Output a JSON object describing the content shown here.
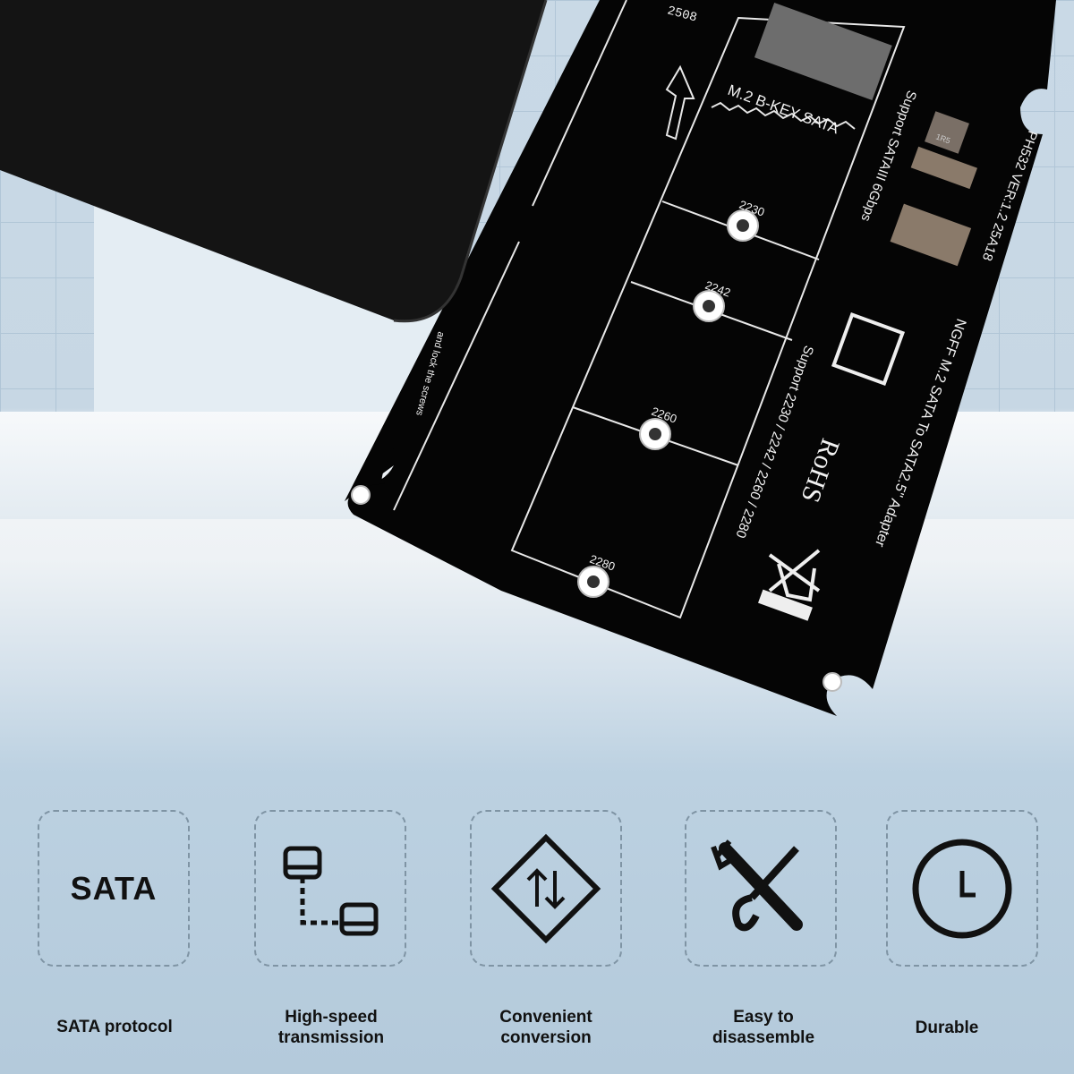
{
  "board": {
    "slot_label": "M.2 B-KEY SATA",
    "holes": [
      "2230",
      "2242",
      "2260",
      "2280"
    ],
    "model": "PH532  VER:1.2  25A18",
    "speed": "Support SATAIII 6Gbps",
    "adapter_name": "NGFF M.2 SATA To SATA2.5\" Adapter",
    "sizes": "Support 2230 / 2242 / 2260 / 2280",
    "rohs": "RoHS",
    "inductor": "1R5",
    "top_code": "2508",
    "screw_note": "and lock the screws"
  },
  "features": [
    {
      "icon": "sata-text-icon",
      "icon_text": "SATA",
      "label": "SATA protocol"
    },
    {
      "icon": "network-transfer-icon",
      "label": "High-speed\ntransmission"
    },
    {
      "icon": "conversion-arrows-icon",
      "label": "Convenient\nconversion"
    },
    {
      "icon": "wrench-screwdriver-icon",
      "label": "Easy to\ndisassemble"
    },
    {
      "icon": "clock-icon",
      "label": "Durable"
    }
  ],
  "colors": {
    "board": "#050505",
    "silkscreen": "#f2f2f2",
    "accent_bg": "#c9d9e6"
  }
}
